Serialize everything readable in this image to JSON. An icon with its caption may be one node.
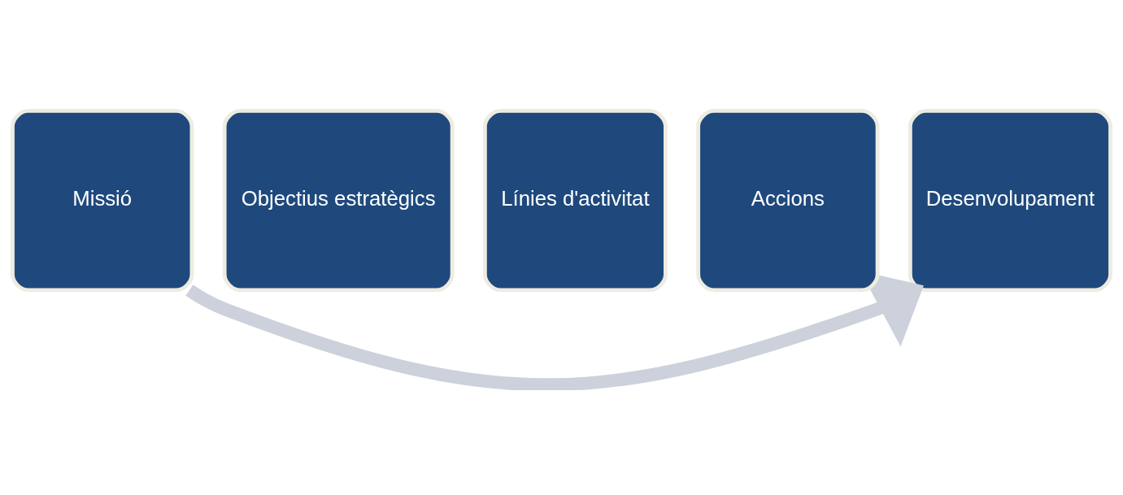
{
  "diagram": {
    "nodes": [
      {
        "text": [
          "Missió"
        ]
      },
      {
        "text": [
          "Objectius estratègics"
        ]
      },
      {
        "text": [
          "Línies d'activitat"
        ]
      },
      {
        "text": [
          "Accions"
        ]
      },
      {
        "text": [
          "Desenvolupament"
        ]
      }
    ],
    "edges": [
      {
        "from": 0,
        "to": 4,
        "arrow": "to",
        "color": "#cdd1db"
      }
    ]
  }
}
